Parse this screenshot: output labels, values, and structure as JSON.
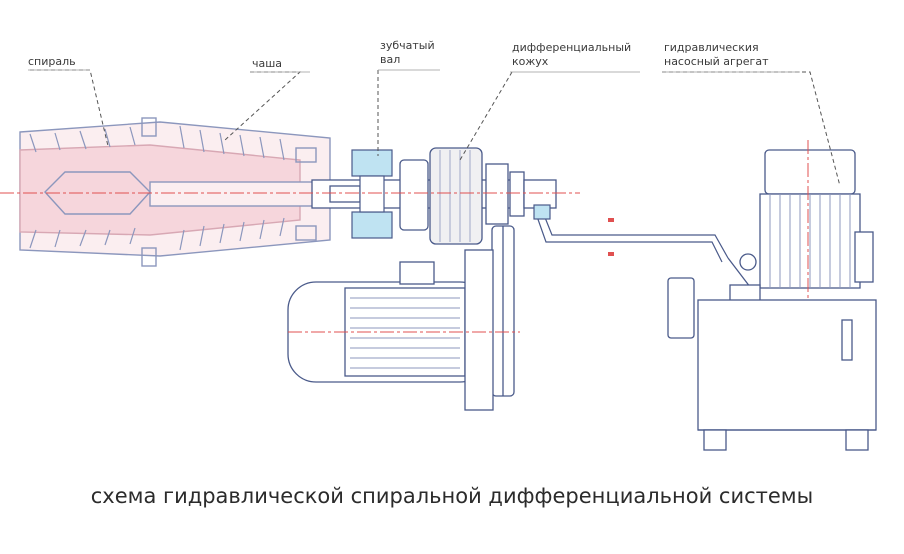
{
  "labels": {
    "spiral": "спираль",
    "bowl": "чаша",
    "gear_shaft": [
      "зубчатый",
      "вал"
    ],
    "diff_housing": [
      "дифференциальный",
      "кожух"
    ],
    "hydraulic_unit": [
      "гидравлическия",
      "насосный агрегат"
    ]
  },
  "caption": "схема гидравлической спиральной дифференциальной системы",
  "colors": {
    "line": "#4a5a8a",
    "light_line": "#8c97bd",
    "fill_pink": "#f6d6dc",
    "fill_blue": "#bfe3f2",
    "axis_red": "#e05050",
    "leader": "#555555"
  }
}
